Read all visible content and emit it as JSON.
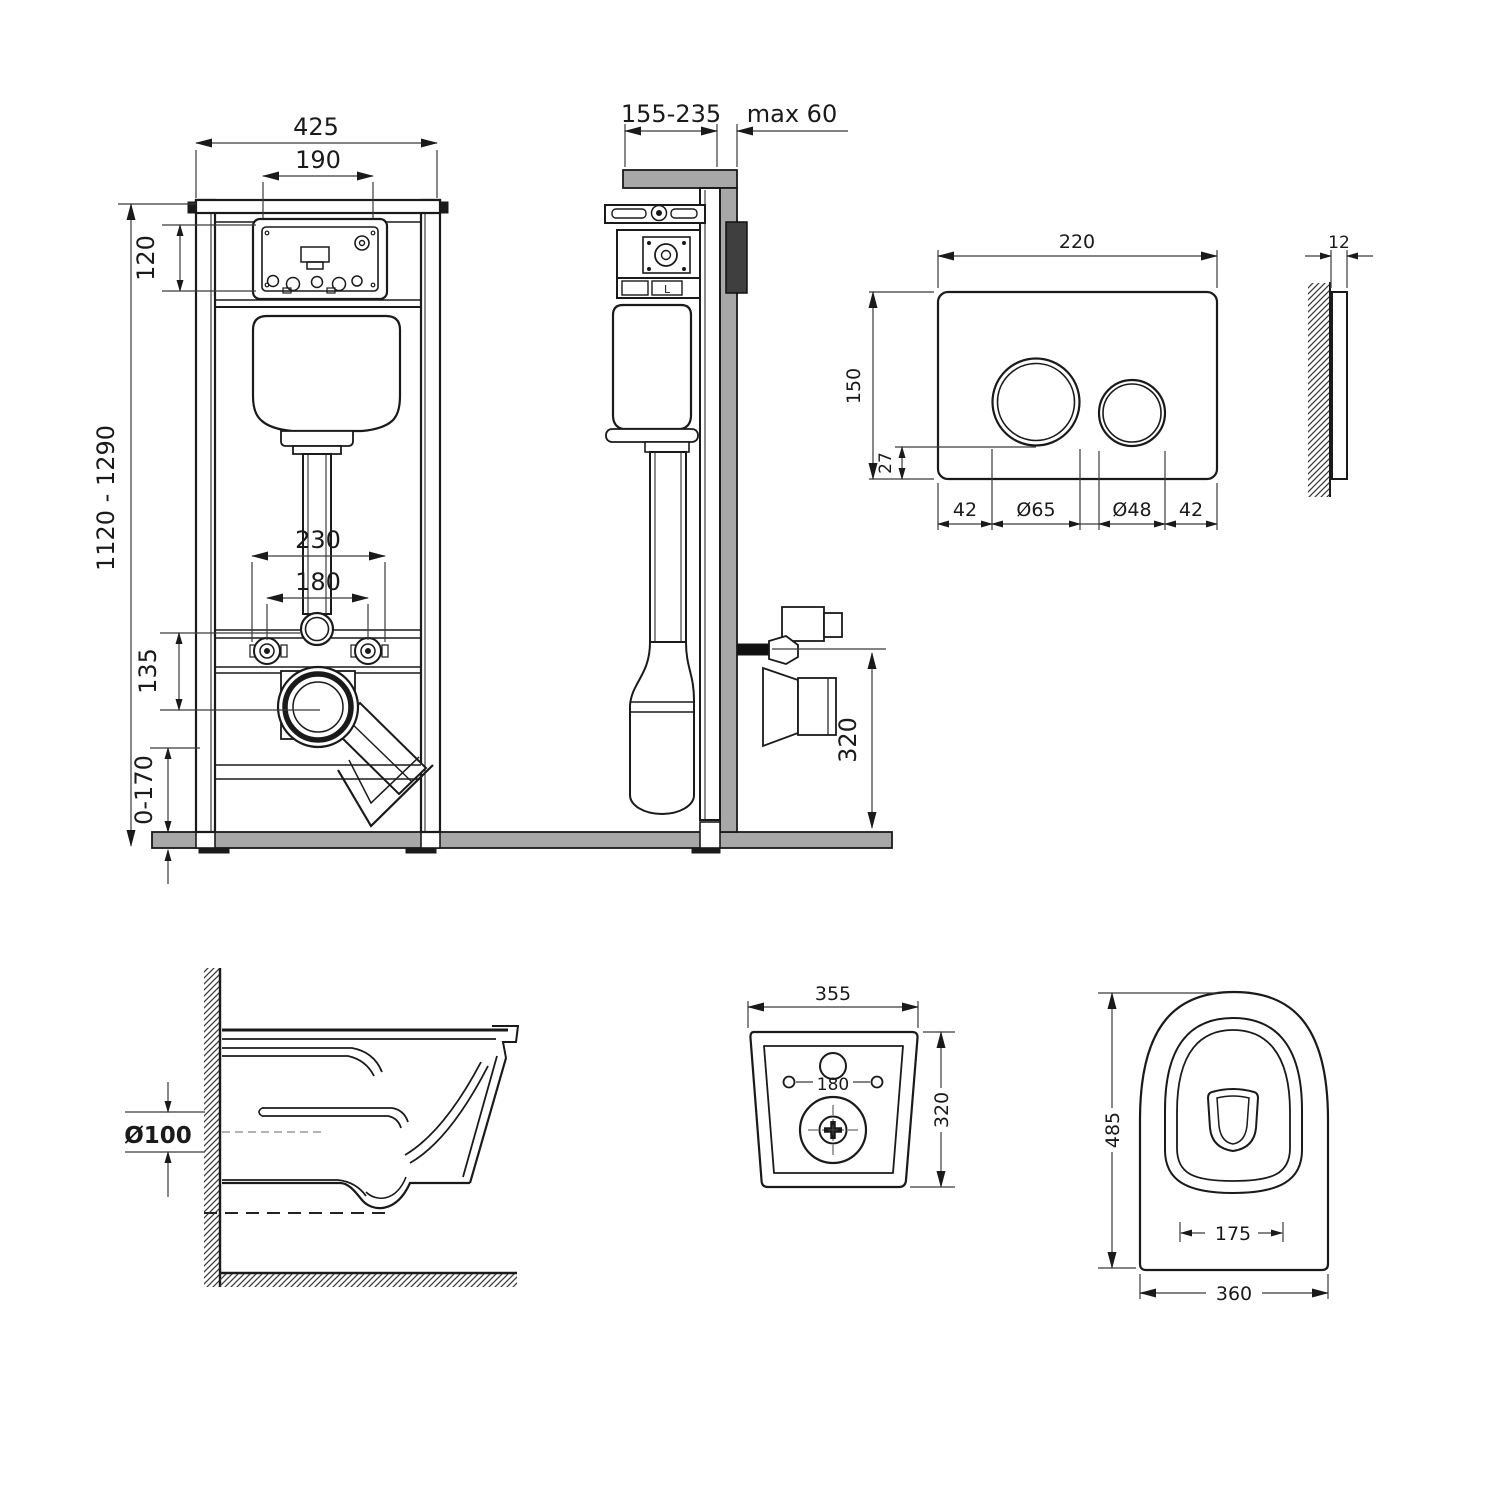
{
  "views": {
    "front": {
      "frame_width": "425",
      "window_width": "190",
      "window_height": "120",
      "frame_height_range": "1120 - 1290",
      "fixing_spacing_outer": "230",
      "fixing_spacing_inner": "180",
      "outlet_offset": "135",
      "leg_adjustment": "0-170"
    },
    "side": {
      "frame_depth_range": "155-235",
      "wall_finish_max": "max 60",
      "outlet_height": "320",
      "valve_label": "L"
    },
    "flush_plate": {
      "width": "220",
      "height": "150",
      "button_bottom_offset": "27",
      "margin_left": "42",
      "large_button_diameter": "Ø65",
      "small_button_diameter": "Ø48",
      "margin_right": "42",
      "thickness": "12"
    },
    "bowl_section": {
      "outlet_diameter": "Ø100"
    },
    "bowl_back": {
      "width": "355",
      "height": "320",
      "hole_spacing": "180"
    },
    "bowl_top": {
      "length": "485",
      "seat_inner_width": "175",
      "width": "360"
    }
  },
  "colors": {
    "line": "#1a1a1a",
    "dimension_line": "#3a3a3a",
    "wall_fill": "#a8a8a8",
    "dark_box": "#3f3f3f",
    "background": "#ffffff"
  }
}
